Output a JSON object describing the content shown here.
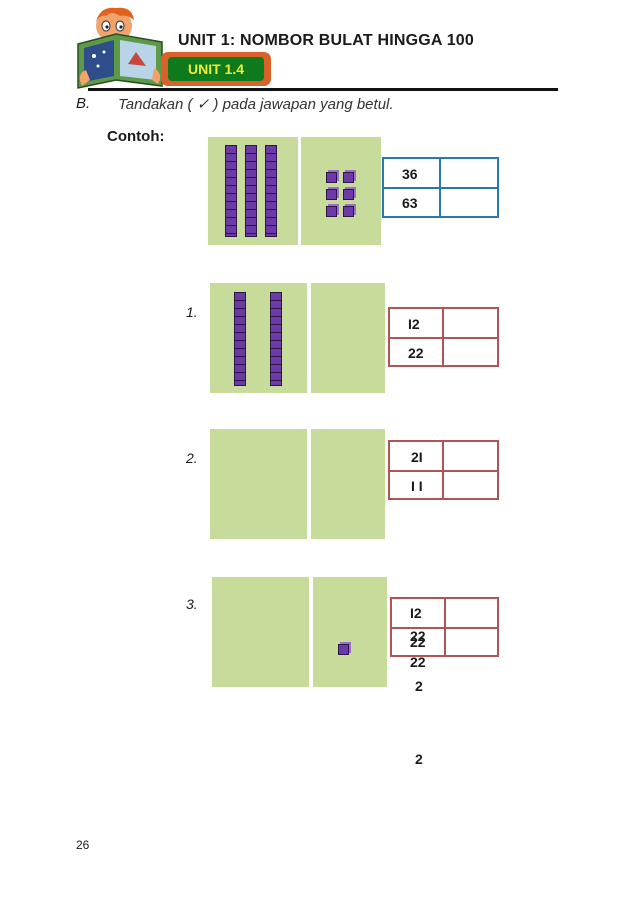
{
  "header": {
    "title": "UNIT 1: NOMBOR BULAT HINGGA 100",
    "badge": "UNIT 1.4"
  },
  "instruction": {
    "letter": "B.",
    "text": "Tandakan ( ✓ ) pada jawapan yang betul."
  },
  "example": {
    "label": "Contoh:",
    "tens_rods": 3,
    "ones_cubes": 6,
    "options": [
      "36",
      "63"
    ]
  },
  "questions": [
    {
      "number": "1.",
      "tens_rods": 2,
      "ones_cubes": 0,
      "options": [
        "I2",
        "22"
      ]
    },
    {
      "number": "2.",
      "tens_rods": 0,
      "ones_cubes": 0,
      "options": [
        "2I",
        "I I"
      ]
    },
    {
      "number": "3.",
      "tens_rods": 0,
      "ones_cubes": 1,
      "options": [
        "I2",
        "22"
      ],
      "stray_text": [
        "22",
        "22",
        "2",
        "2"
      ]
    }
  ],
  "page_number": "26",
  "colors": {
    "panel": "#c7db9b",
    "rod": "#6c3aa6",
    "example_box": "#2679b5",
    "question_box": "#b15455",
    "badge_outer": "#d9622b",
    "badge_inner": "#0d7a1c",
    "badge_text": "#f2ea39"
  },
  "icons": {
    "header": "reading-child-icon"
  }
}
